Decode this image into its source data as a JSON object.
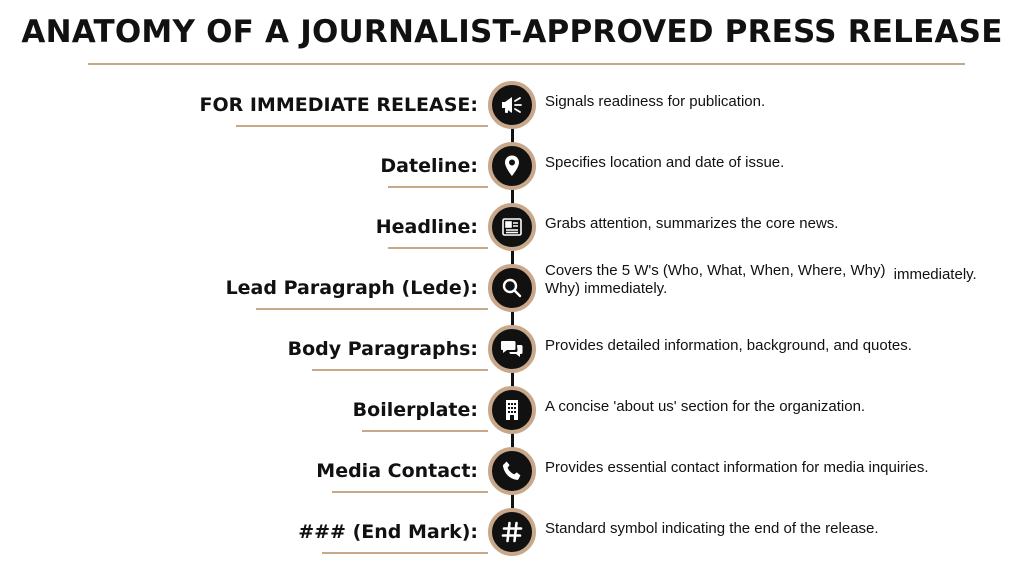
{
  "title": "ANATOMY OF A JOURNALIST-APPROVED PRESS RELEASE",
  "colors": {
    "accent": "#c8a88a",
    "icon_bg": "#111111",
    "text": "#111111"
  },
  "elements": [
    {
      "label": "FOR IMMEDIATE RELEASE:",
      "icon": "megaphone-icon",
      "description": "Signals readiness for publication."
    },
    {
      "label": "Dateline:",
      "icon": "location-pin-icon",
      "description": "Specifies location and date of issue."
    },
    {
      "label": "Headline:",
      "icon": "newspaper-icon",
      "description": "Grabs attention, summarizes the core news."
    },
    {
      "label": "Lead Paragraph (Lede):",
      "icon": "search-icon",
      "description_line1": "Covers the 5 W's (Who, What, When, Where, Why)",
      "description_tail": "immediately.",
      "description_line2": "Why) immediately."
    },
    {
      "label": "Body Paragraphs:",
      "icon": "chat-bubbles-icon",
      "description": "Provides detailed information, background, and quotes."
    },
    {
      "label": "Boilerplate:",
      "icon": "building-icon",
      "description": "A concise 'about us' section for the organization."
    },
    {
      "label": "Media Contact:",
      "icon": "phone-icon",
      "description": "Provides essential contact information for media inquiries."
    },
    {
      "label": "### (End Mark):",
      "icon": "hashtag-icon",
      "description": "Standard symbol indicating the end of the release."
    }
  ]
}
